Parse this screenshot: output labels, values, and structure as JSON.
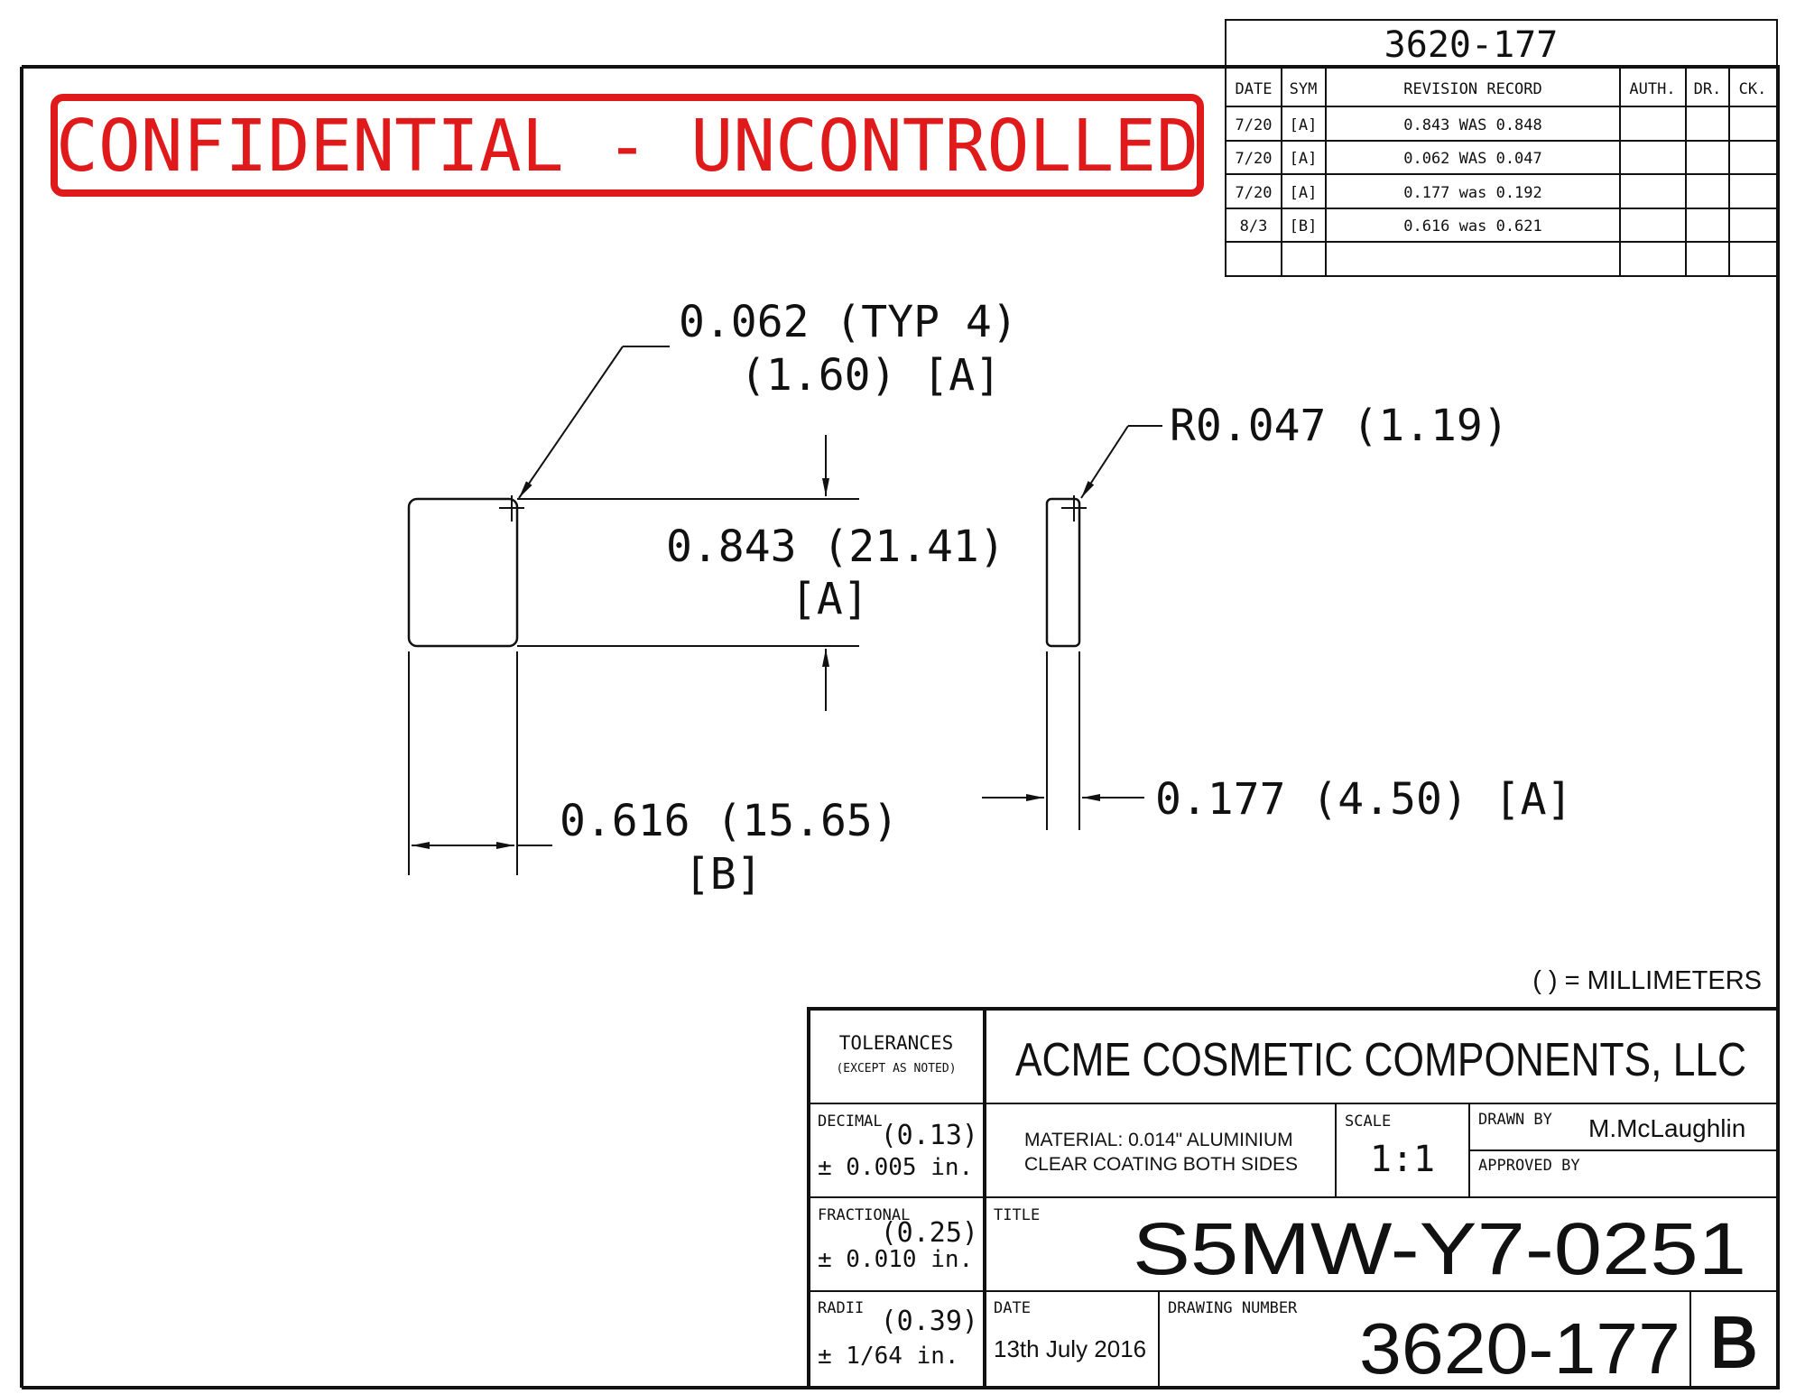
{
  "header_number": "3620-177",
  "confidential_text": "CONFIDENTIAL - UNCONTROLLED",
  "colors": {
    "stamp": "#e0191b",
    "ink": "#111111"
  },
  "revision_table": {
    "headers": {
      "date": "DATE",
      "sym": "SYM",
      "record": "REVISION RECORD",
      "auth": "AUTH.",
      "dr": "DR.",
      "ck": "CK."
    },
    "rows": [
      {
        "date": "7/20",
        "sym": "[A]",
        "record": "0.843 WAS 0.848"
      },
      {
        "date": "7/20",
        "sym": "[A]",
        "record": "0.062 WAS 0.047"
      },
      {
        "date": "7/20",
        "sym": "[A]",
        "record": "0.177 was 0.192"
      },
      {
        "date": "8/3",
        "sym": "[B]",
        "record": "0.616 was 0.621"
      }
    ]
  },
  "dimensions": {
    "corner_line1": "0.062 (TYP 4)",
    "corner_line2": "(1.60) [A]",
    "radius": "R0.047 (1.19)",
    "height_line1": "0.843 (21.41)",
    "height_line2": "[A]",
    "width_line1": "0.616 (15.65)",
    "width_line2": "[B]",
    "thickness": "0.177 (4.50) [A]"
  },
  "units_note": "( ) = MILLIMETERS",
  "title_block": {
    "tolerances_label": "TOLERANCES",
    "tolerances_sub": "(EXCEPT AS NOTED)",
    "company": "ACME COSMETIC COMPONENTS, LLC",
    "decimal_label": "DECIMAL",
    "decimal_mm": "(0.13)",
    "decimal_in": "± 0.005 in.",
    "material_line1": "MATERIAL: 0.014\" ALUMINIUM",
    "material_line2": "CLEAR COATING BOTH SIDES",
    "scale_label": "SCALE",
    "scale_value": "1:1",
    "drawn_by_label": "DRAWN BY",
    "drawn_by_value": "M.McLaughlin",
    "approved_by_label": "APPROVED BY",
    "fractional_label": "FRACTIONAL",
    "fractional_mm": "(0.25)",
    "fractional_in": "± 0.010 in.",
    "title_label": "TITLE",
    "title_value": "S5MW-Y7-0251",
    "radii_label": "RADII",
    "radii_mm": "(0.39)",
    "radii_in": "± 1/64 in.",
    "date_label": "DATE",
    "date_value": "13th July 2016",
    "drawing_number_label": "DRAWING NUMBER",
    "drawing_number_value": "3620-177",
    "revision_letter": "B"
  }
}
